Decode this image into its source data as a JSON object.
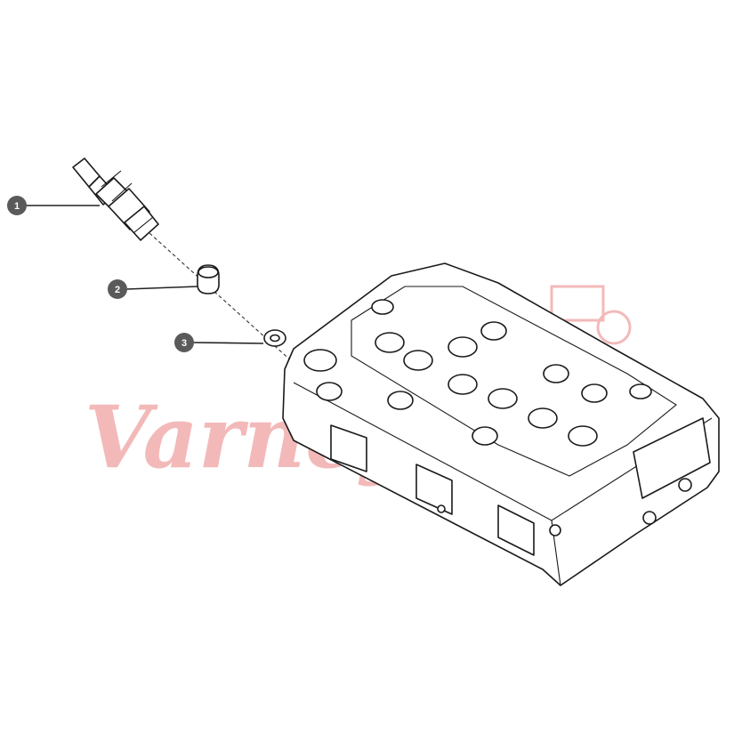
{
  "callouts": [
    {
      "number": "1"
    },
    {
      "number": "2"
    },
    {
      "number": "3"
    }
  ],
  "watermark": {
    "text": "Varney",
    "color": "#f3b9b9"
  },
  "colors": {
    "callout_fill": "#5a5a5a",
    "line": "#1a1a1a",
    "background": "#ffffff"
  }
}
